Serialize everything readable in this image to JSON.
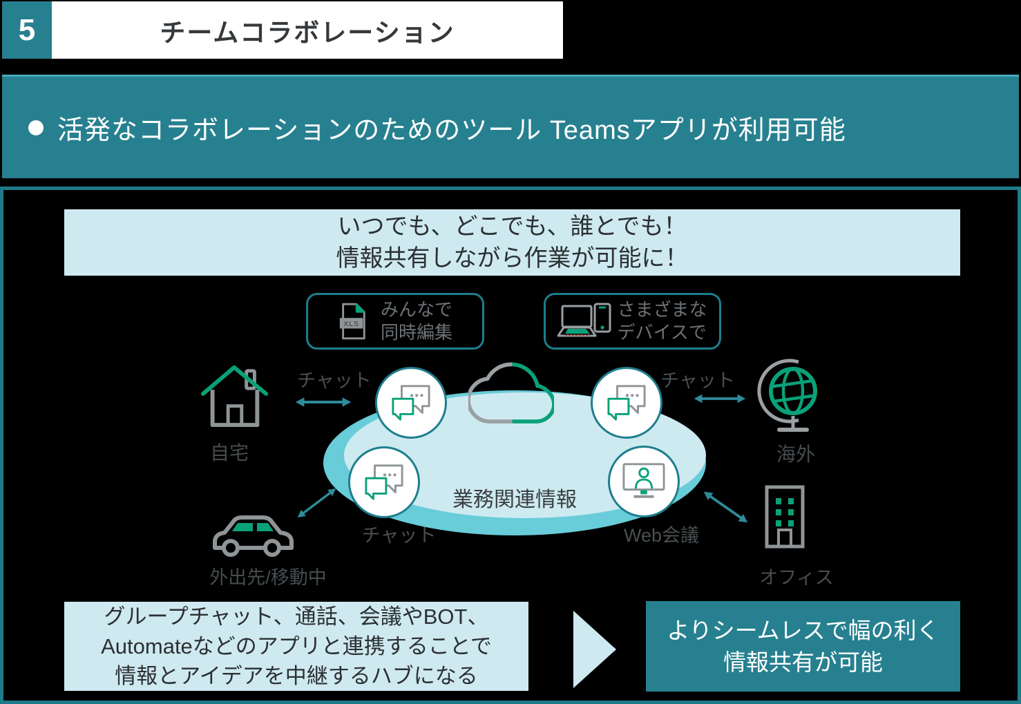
{
  "slide": {
    "number": "5",
    "title": "チームコラボレーション",
    "bullet_text": "活発なコラボレーションのためのツール Teamsアプリが利用可能"
  },
  "headline": {
    "line1": "いつでも、どこでも、誰とでも！",
    "line2": "情報共有しながら作業が可能に！"
  },
  "features": {
    "coedit": {
      "icon": "xls-file-icon",
      "line1": "みんなで",
      "line2": "同時編集"
    },
    "devices": {
      "icon": "devices-icon",
      "line1": "さまざまな",
      "line2": "デバイスで"
    }
  },
  "hub": {
    "label": "業務関連情報"
  },
  "locations": {
    "home": {
      "label": "自宅",
      "connection": "チャット"
    },
    "overseas": {
      "label": "海外",
      "connection": "チャット"
    },
    "onthego": {
      "label": "外出先/移動中",
      "connection": "チャット"
    },
    "office": {
      "label": "オフィス",
      "connection": "Web会議"
    }
  },
  "summary": {
    "line1": "グループチャット、通話、会議やBOT、",
    "line2": "Automateなどのアプリと連携することで",
    "line3": "情報とアイデアを中継するハブになる"
  },
  "result": {
    "line1": "よりシームレスで幅の利く",
    "line2": "情報共有が可能"
  },
  "icons": {
    "xls_label": "XLS"
  },
  "colors": {
    "teal": "#27808f",
    "panel_border": "#1e7b8a",
    "cyan_top_line": "#46acbc",
    "light_blue": "#cfe9f0",
    "ellipse_light": "#cdeaf0",
    "ellipse_dark": "#68ccd9",
    "green": "#0aa179",
    "icon_gray": "#8f9497",
    "arrow_teal": "#2e8b99"
  }
}
